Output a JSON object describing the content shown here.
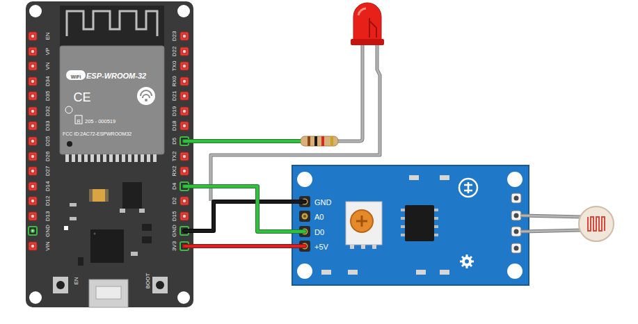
{
  "diagram": {
    "nodes": [
      {
        "text": [
          "ESP-WROOM-32"
        ]
      },
      {
        "text": [
          "GND",
          "A0",
          "D0",
          "+5V"
        ]
      }
    ],
    "edges": [
      {
        "from": 0,
        "to": 1,
        "arrow": "none"
      },
      {
        "from": 0,
        "to": 1,
        "arrow": "none"
      },
      {
        "from": 0,
        "to": 1,
        "arrow": "none"
      }
    ],
    "labels": [
      "EN",
      "VP",
      "VN",
      "D34",
      "D35",
      "D32",
      "D33",
      "D25",
      "D26",
      "D27",
      "D14",
      "D12",
      "D13",
      "GND",
      "VIN",
      "D23",
      "D22",
      "TX0",
      "RX0",
      "D21",
      "D19",
      "D18",
      "D5",
      "TX2",
      "RX2",
      "D4",
      "D2",
      "D15",
      "GND",
      "3V3",
      "WiFi",
      "CE",
      "R",
      "205 - 000519",
      "FCC ID:2AC72-ESPWROOM32",
      "EN",
      "BOOT"
    ]
  }
}
